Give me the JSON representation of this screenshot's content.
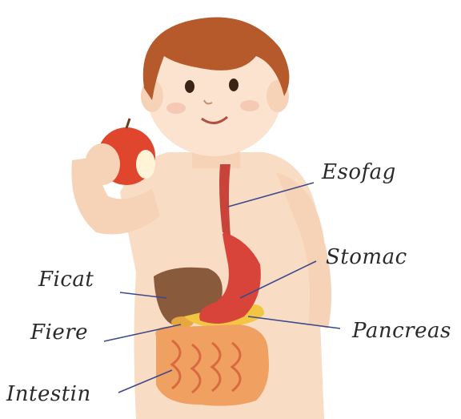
{
  "labels": {
    "esofag": "Esofag",
    "stomac": "Stomac",
    "ficat": "Ficat",
    "fiere": "Fiere",
    "pancreas": "Pancreas",
    "intestin": "Intestin"
  },
  "colors": {
    "skin": "#f9dcc4",
    "hair": "#b65a2c",
    "leader_line": "#3b4a8c",
    "liver": "#8a5a3c",
    "stomach": "#d9443a",
    "esophagus": "#c8443a",
    "pancreas": "#f2c642",
    "intestine": "#f0a060",
    "apple": "#e0452d"
  }
}
